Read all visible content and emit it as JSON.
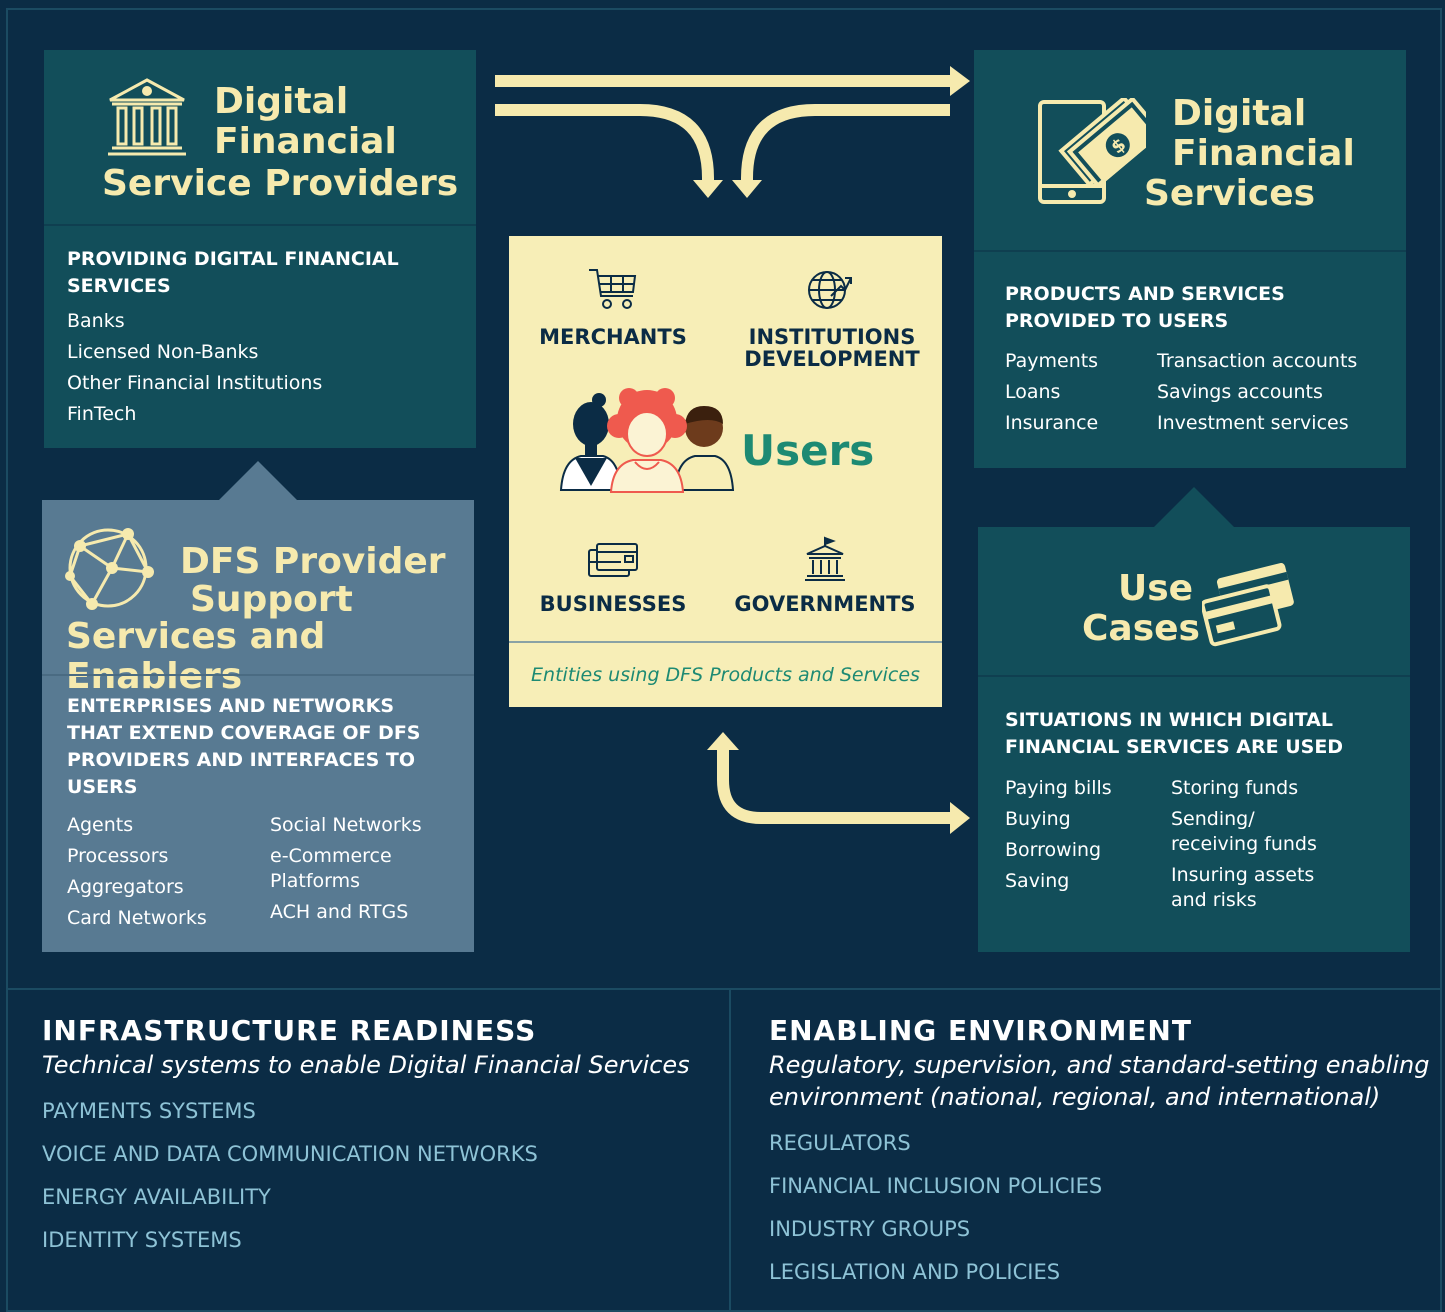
{
  "providers": {
    "title_lines": [
      "Digital",
      "Financial",
      "Service Providers"
    ],
    "heading": "PROVIDING DIGITAL FINANCIAL SERVICES",
    "items": [
      "Banks",
      "Licensed Non-Banks",
      "Other Financial Institutions",
      "FinTech"
    ]
  },
  "support": {
    "title_lines": [
      "DFS Provider",
      "Support",
      "Services and Enablers"
    ],
    "heading": "ENTERPRISES AND NETWORKS THAT EXTEND COVERAGE OF DFS PROVIDERS AND INTERFACES TO USERS",
    "col1": [
      "Agents",
      "Processors",
      "Aggregators",
      "Card Networks"
    ],
    "col2": [
      "Social Networks",
      "e-Commerce Platforms",
      "ACH and RTGS"
    ]
  },
  "users": {
    "title": "Users",
    "merchants": "MERCHANTS",
    "institutions_lines": [
      "INSTITUTIONS",
      "DEVELOPMENT"
    ],
    "businesses": "BUSINESSES",
    "governments": "GOVERNMENTS",
    "caption": "Entities using DFS Products and Services"
  },
  "services": {
    "title_lines": [
      "Digital",
      "Financial",
      "Services"
    ],
    "heading": "PRODUCTS AND SERVICES PROVIDED TO USERS",
    "col1": [
      "Payments",
      "Loans",
      "Insurance"
    ],
    "col2": [
      "Transaction accounts",
      "Savings accounts",
      "Investment services"
    ]
  },
  "use_cases": {
    "title_lines": [
      "Use",
      "Cases"
    ],
    "heading": "SITUATIONS IN WHICH DIGITAL FINANCIAL SERVICES ARE USED",
    "col1": [
      "Paying bills",
      "Buying",
      "Borrowing",
      "Saving"
    ],
    "col2": [
      "Storing funds",
      "Sending/ receiving funds",
      "Insuring assets and risks"
    ]
  },
  "infrastructure": {
    "title": "INFRASTRUCTURE READINESS",
    "subtitle": "Technical systems to enable Digital Financial Services",
    "items": [
      "PAYMENTS SYSTEMS",
      "VOICE AND DATA COMMUNICATION NETWORKS",
      "ENERGY AVAILABILITY",
      "IDENTITY SYSTEMS"
    ]
  },
  "environment": {
    "title": "ENABLING ENVIRONMENT",
    "subtitle": "Regulatory, supervision, and standard-setting enabling environment (national, regional, and international)",
    "items": [
      "REGULATORS",
      "FINANCIAL INCLUSION POLICIES",
      "INDUSTRY GROUPS",
      "LEGISLATION AND POLICIES"
    ]
  },
  "colors": {
    "background": "#0b2c45",
    "teal_panel": "#124e5a",
    "slate_panel": "#587a92",
    "cream": "#f6eaae",
    "users_green": "#1d8a73",
    "accent_red": "#ef5a4e"
  },
  "icons": [
    "bank-icon",
    "tablet-money-icon",
    "network-icon",
    "credit-cards-icon",
    "cart-icon",
    "globe-arrow-icon",
    "card-reader-icon",
    "government-building-icon",
    "people-icon"
  ]
}
